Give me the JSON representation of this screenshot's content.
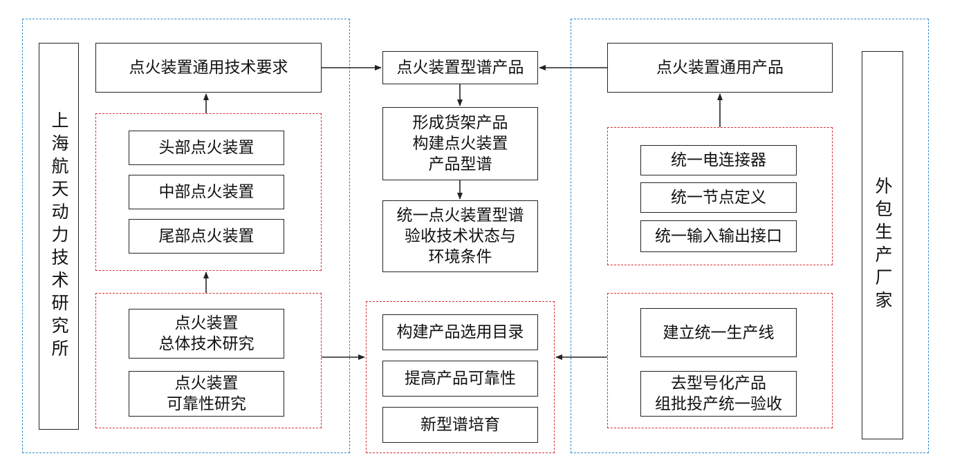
{
  "left_org": "上海航天动力技术研究所",
  "right_org": "外包生产厂家",
  "left": {
    "requirements": "点火装置通用技术要求",
    "devices": [
      "头部点火装置",
      "中部点火装置",
      "尾部点火装置"
    ],
    "research": [
      "点火装置\n总体技术研究",
      "点火装置\n可靠性研究"
    ]
  },
  "center": {
    "spectrum_product": "点火装置型谱产品",
    "shelf": "形成货架产品\n构建点火装置\n产品型谱",
    "unify": "统一点火装置型谱\n验收技术状态与\n环境条件",
    "goals": [
      "构建产品选用目录",
      "提高产品可靠性",
      "新型谱培育"
    ]
  },
  "right": {
    "general_product": "点火装置通用产品",
    "unify_items": [
      "统一电连接器",
      "统一节点定义",
      "统一输入输出接口"
    ],
    "production": [
      "建立统一生产线",
      "去型号化产品\n组批投产统一验收"
    ]
  },
  "colors": {
    "blue_dash": "#2f87c6",
    "red_dash": "#d62e2e",
    "line": "#222222"
  }
}
